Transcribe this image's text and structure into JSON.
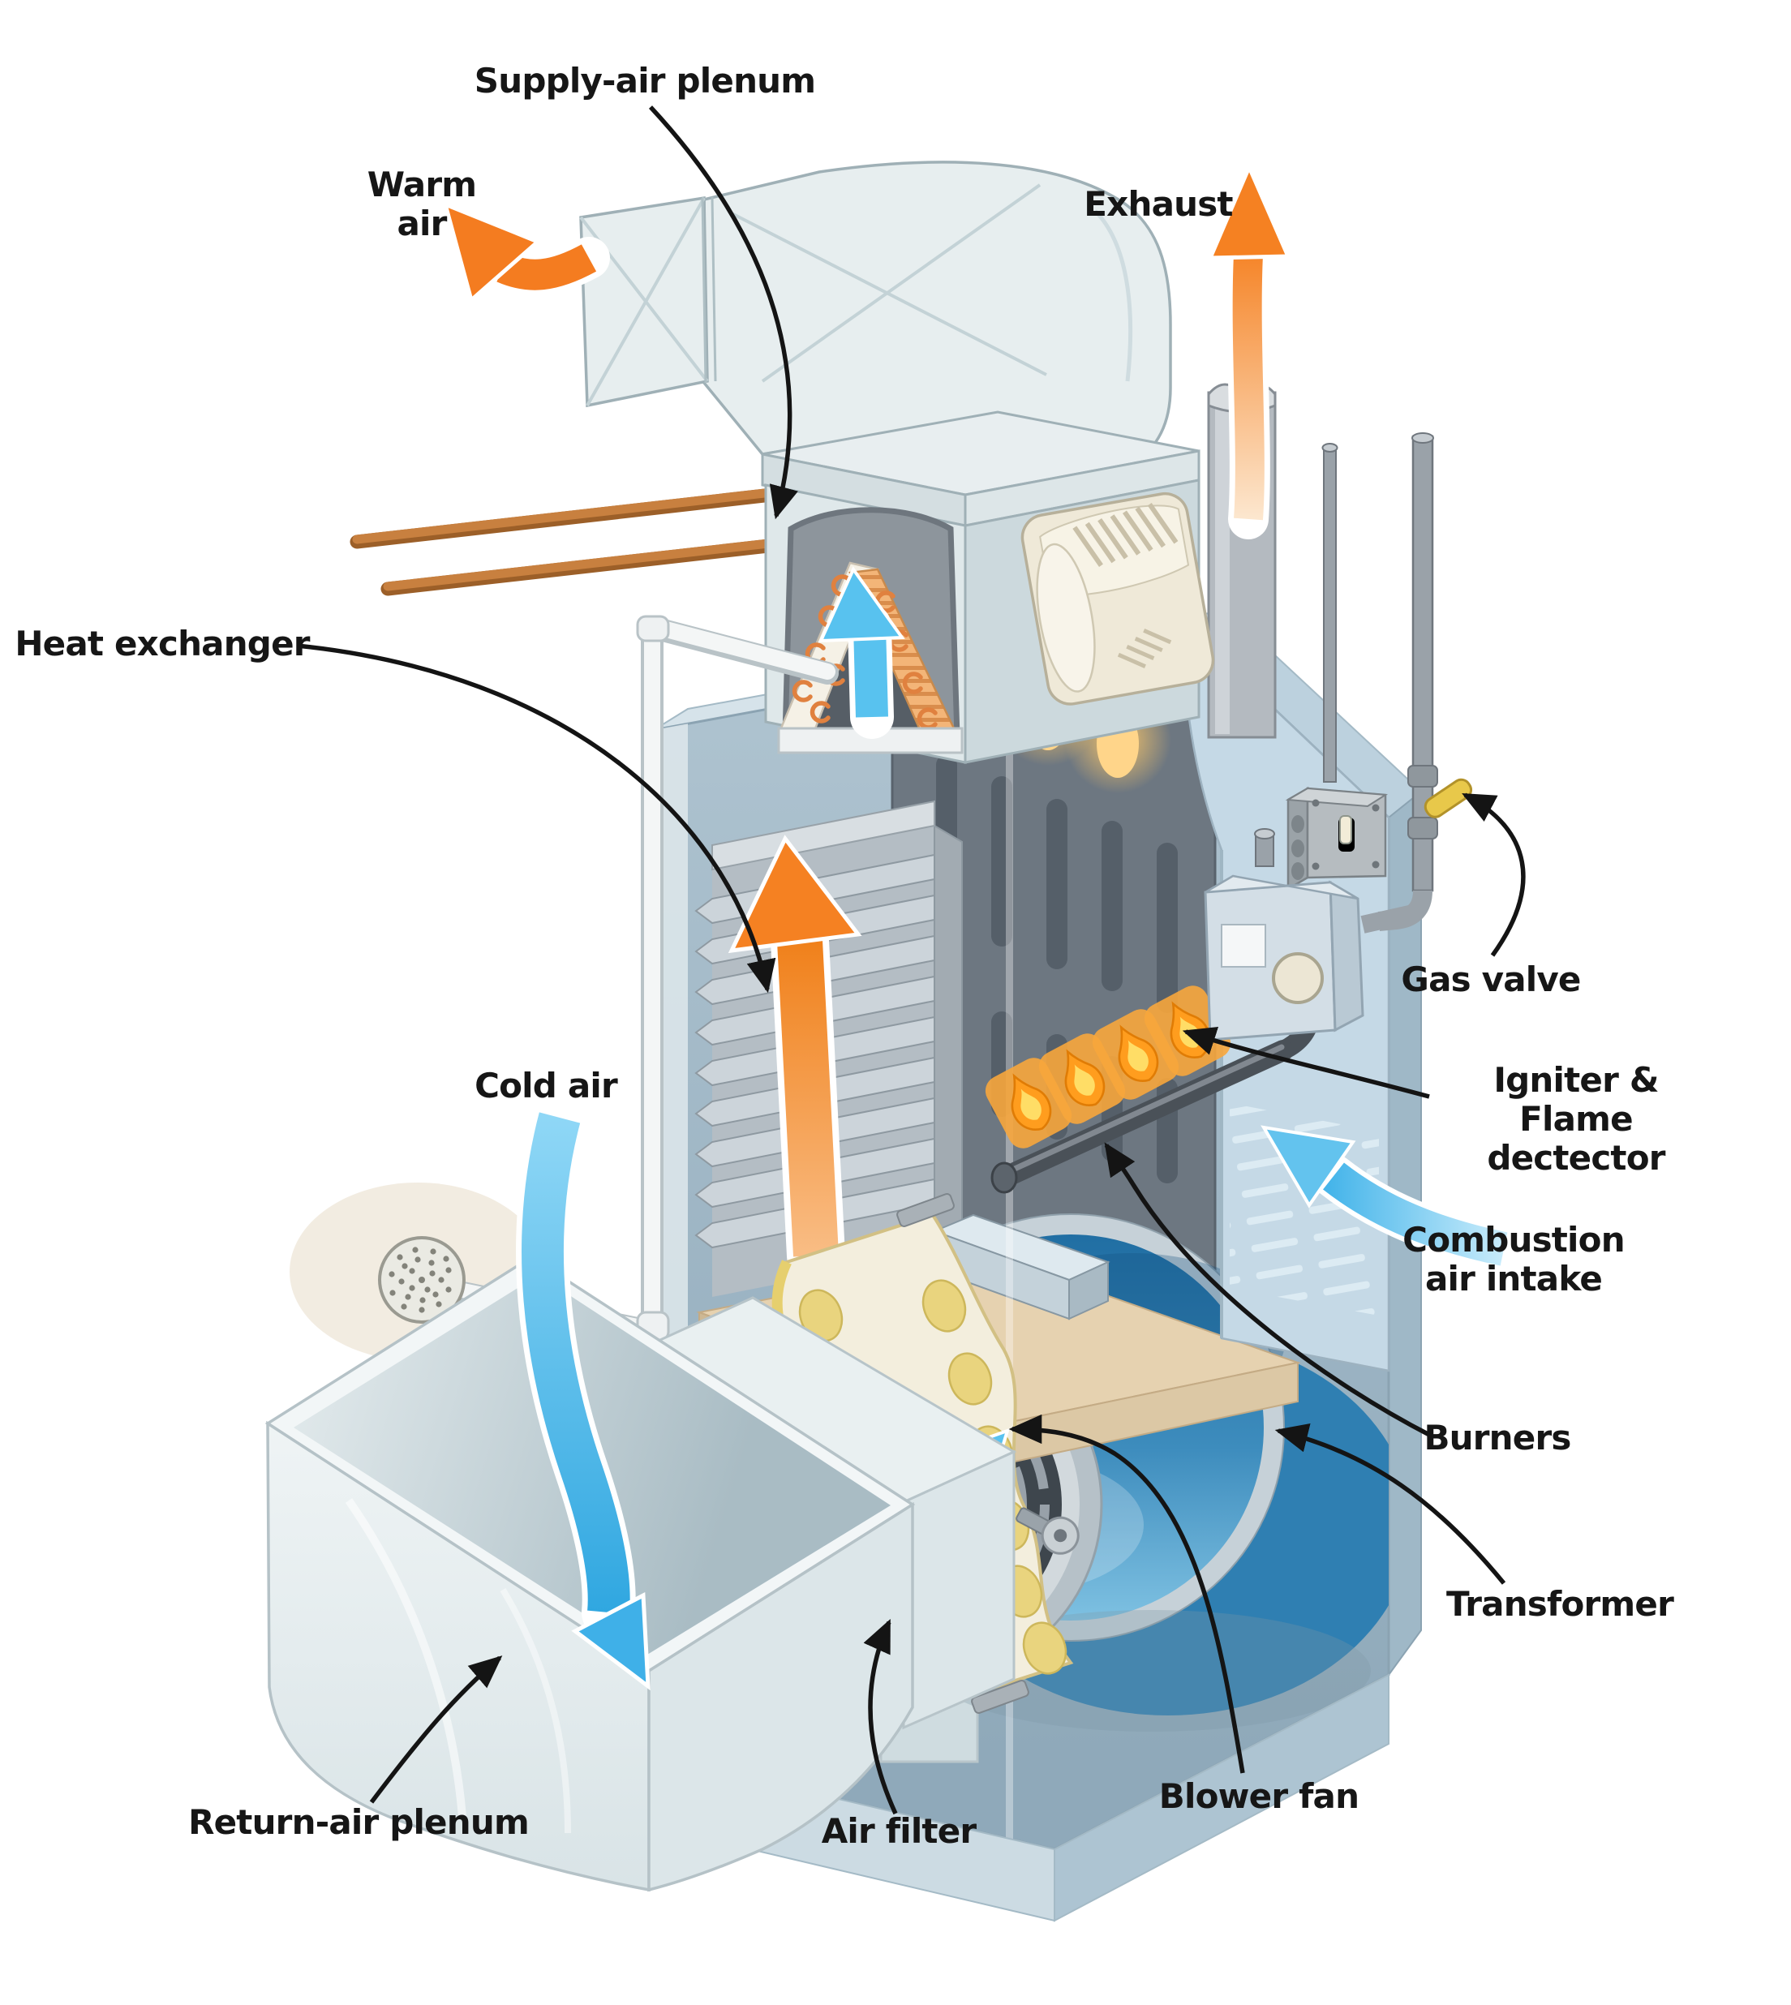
{
  "diagram": {
    "type": "cutaway-component-diagram",
    "subject": "Gas forced-air furnace",
    "labels": {
      "supply_air_plenum": {
        "text": "Supply-air plenum"
      },
      "warm_air": {
        "text": "Warm\nair"
      },
      "exhaust": {
        "text": "Exhaust"
      },
      "heat_exchanger": {
        "text": "Heat exchanger"
      },
      "cold_air": {
        "text": "Cold air"
      },
      "gas_valve": {
        "text": "Gas valve"
      },
      "igniter_flame_detector": {
        "text": "Igniter & Flame\ndectector"
      },
      "combustion_air_intake": {
        "text": "Combustion\nair intake"
      },
      "burners": {
        "text": "Burners"
      },
      "transformer": {
        "text": "Transformer"
      },
      "blower_fan": {
        "text": "Blower fan"
      },
      "air_filter": {
        "text": "Air filter"
      },
      "return_air_plenum": {
        "text": "Return-air plenum"
      }
    },
    "colors": {
      "background": "#ffffff",
      "label_text": "#161616",
      "leader_line": "#141414",
      "warm_flow_arrow": "#f47c20",
      "cool_flow_arrow": "#58c2ef",
      "duct_metal": "#e7eeef",
      "cabinet_blue": "#bdd2e0",
      "interior_blue": "#9fb6c4",
      "blower_housing_blue": "#2f7fb2",
      "flame_orange": "#ff9d1e",
      "filter_cream": "#f3eedd",
      "filter_hole_yellow": "#e9d47e",
      "copper_pipe": "#c07a3e",
      "shelf_beige": "#e6d2b0",
      "flue_gray": "#b4bac0"
    }
  }
}
